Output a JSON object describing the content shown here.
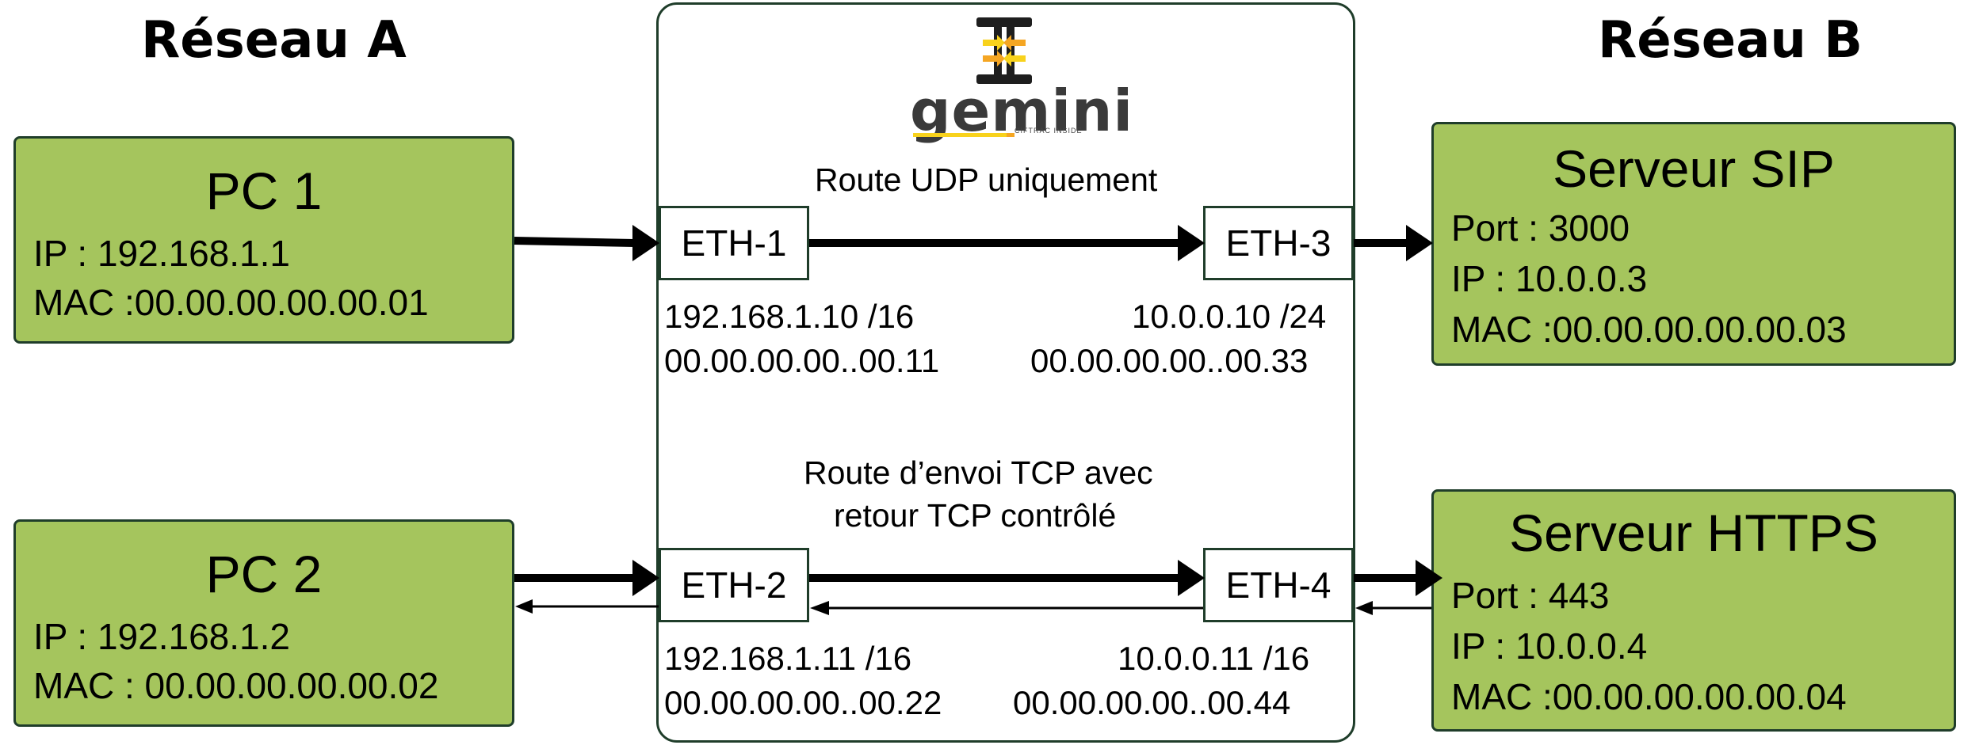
{
  "networks": {
    "a_title": "Réseau A",
    "b_title": "Réseau B"
  },
  "pc1": {
    "name": "PC 1",
    "ip": "IP : 192.168.1.1",
    "mac": "MAC :00.00.00.00.00.01"
  },
  "pc2": {
    "name": "PC 2",
    "ip": "IP : 192.168.1.2",
    "mac": "MAC : 00.00.00.00.00.02"
  },
  "sip": {
    "name": "Serveur SIP",
    "port": "Port : 3000",
    "ip": "IP : 10.0.0.3",
    "mac": " MAC :00.00.00.00.00.03"
  },
  "https": {
    "name": "Serveur HTTPS",
    "port": "Port : 443",
    "ip": "IP : 10.0.0.4",
    "mac": "MAC :00.00.00.00.00.04"
  },
  "gateway": {
    "logo_text": "gemini",
    "logo_sub": "CIFTRAC INSIDE",
    "route1": "Route UDP uniquement",
    "route2_line1": "Route d’envoi TCP avec",
    "route2_line2": "retour TCP contrôlé",
    "eth1": {
      "label": "ETH-1",
      "ip": "192.168.1.10 /16",
      "mac": "00.00.00.00..00.11"
    },
    "eth2": {
      "label": "ETH-2",
      "ip": "192.168.1.11 /16",
      "mac": "00.00.00.00..00.22"
    },
    "eth3": {
      "label": "ETH-3",
      "ip": "10.0.0.10 /24",
      "mac": "00.00.00.00..00.33"
    },
    "eth4": {
      "label": "ETH-4",
      "ip": "10.0.0.11 /16",
      "mac": "00.00.00.00..00.44"
    }
  },
  "colors": {
    "box_fill": "#a5c55d",
    "border": "#1f3d2a",
    "logo_orange": "#f5a623",
    "logo_yellow": "#f8d21c"
  },
  "icons": {
    "logo": "gemini-logo-icon"
  }
}
